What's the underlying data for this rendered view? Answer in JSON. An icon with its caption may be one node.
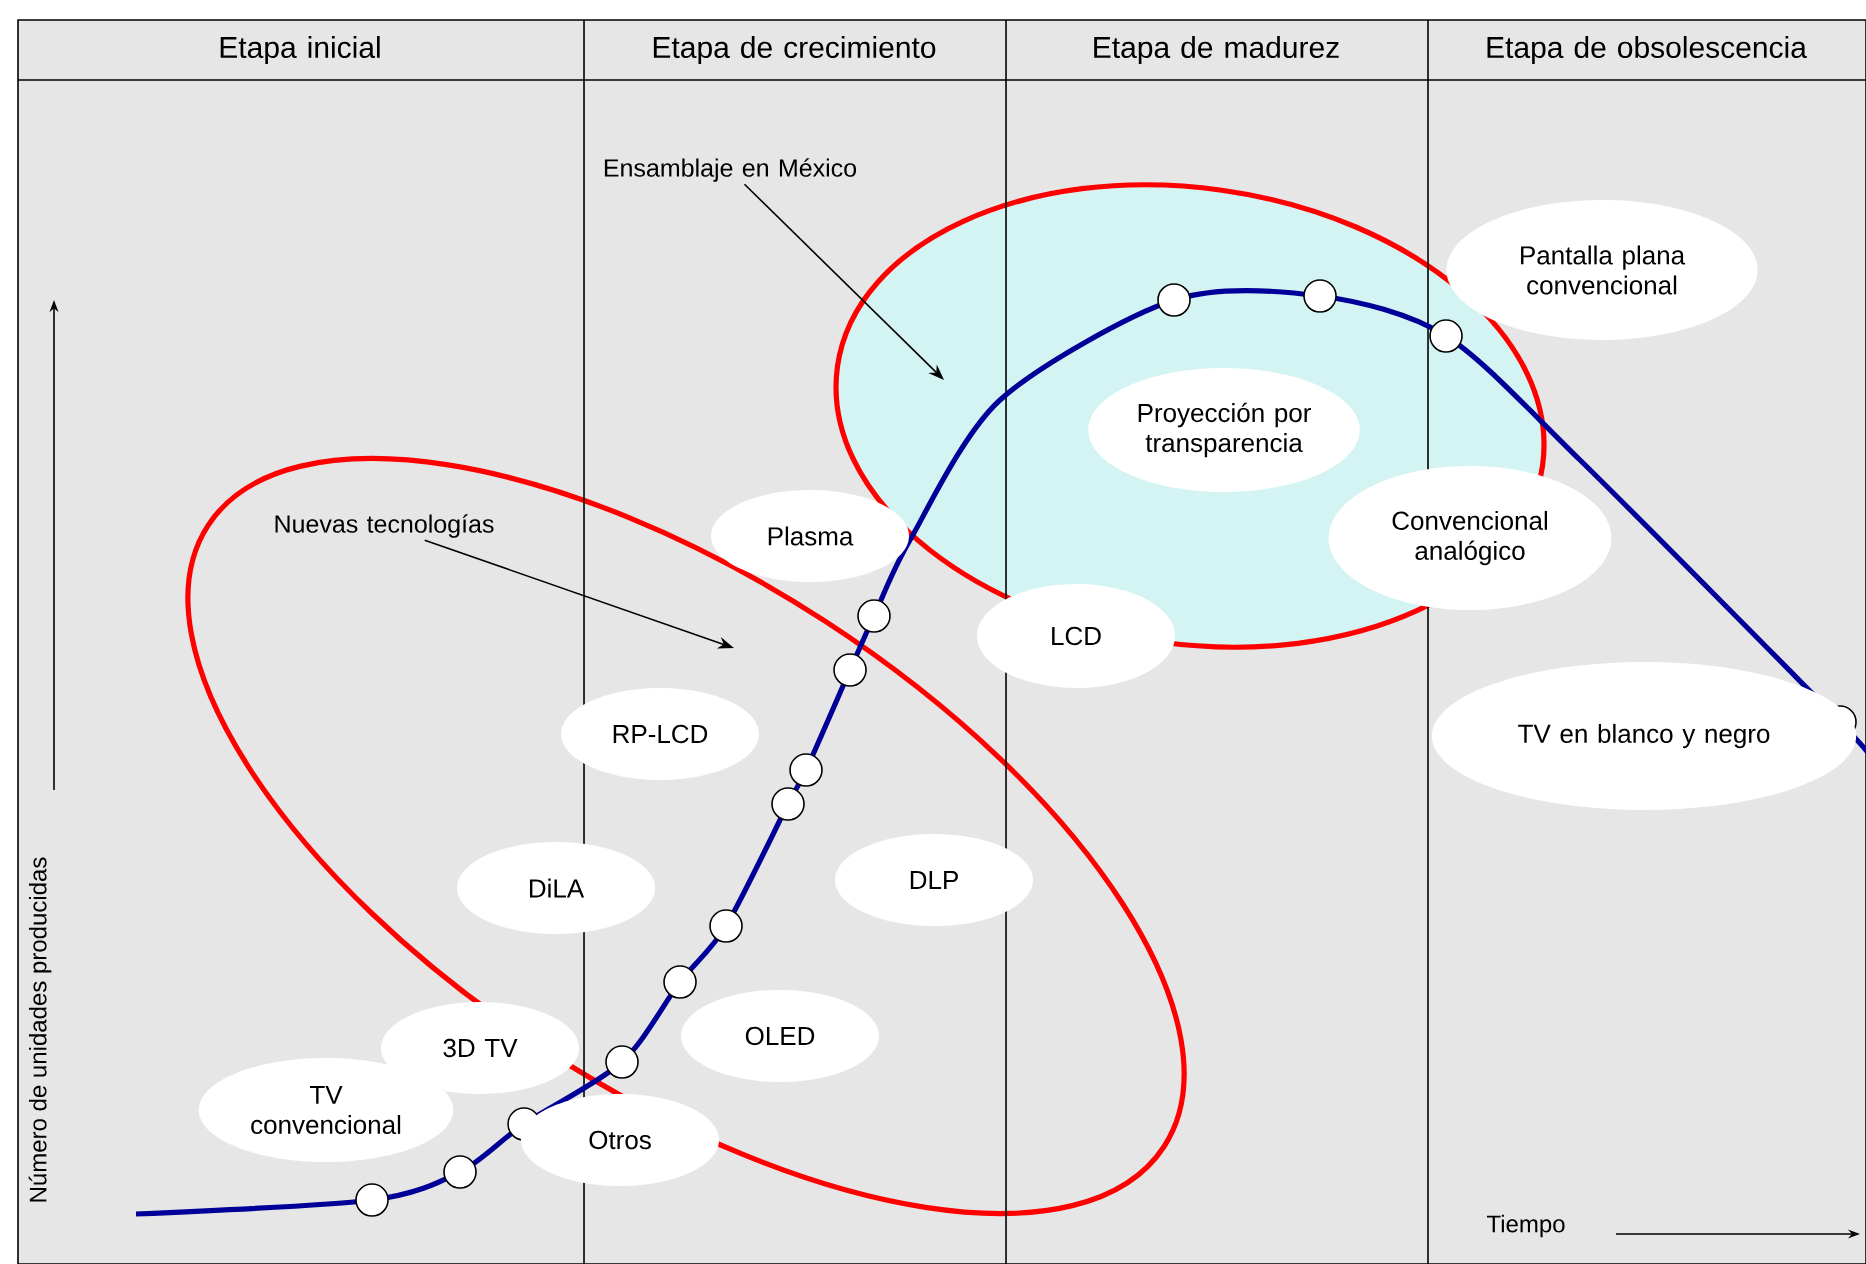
{
  "diagram": {
    "nodes": [
      {
        "text": [
          "Etapa inicial"
        ]
      },
      {
        "text": [
          "Etapa de crecimiento"
        ]
      },
      {
        "text": [
          "Etapa de madurez"
        ]
      },
      {
        "text": [
          "Etapa de obsolescencia"
        ]
      },
      {
        "text": [
          "Ensamblaje en México"
        ]
      },
      {
        "text": [
          "Pantalla plana convencional"
        ]
      },
      {
        "text": [
          "Proyección por transparencia"
        ]
      },
      {
        "text": [
          "Nuevas tecnologías"
        ]
      },
      {
        "text": [
          "Plasma"
        ]
      },
      {
        "text": [
          "Convencional analógico"
        ]
      },
      {
        "text": [
          "LCD"
        ]
      },
      {
        "text": [
          "RP-LCD"
        ]
      },
      {
        "text": [
          "TV en blanco y negro"
        ]
      },
      {
        "text": [
          "DLP"
        ]
      },
      {
        "text": [
          "DiLA"
        ]
      },
      {
        "text": [
          "OLED"
        ]
      },
      {
        "text": [
          "3D TV"
        ]
      },
      {
        "text": [
          "TV convencional"
        ]
      },
      {
        "text": [
          "Otros"
        ]
      }
    ],
    "edges": [
      {
        "from": 4,
        "to": null,
        "arrow": "to"
      },
      {
        "from": 7,
        "to": null,
        "arrow": "to"
      }
    ],
    "labels": [
      "Número de unidades producidas",
      "Tiempo"
    ]
  }
}
